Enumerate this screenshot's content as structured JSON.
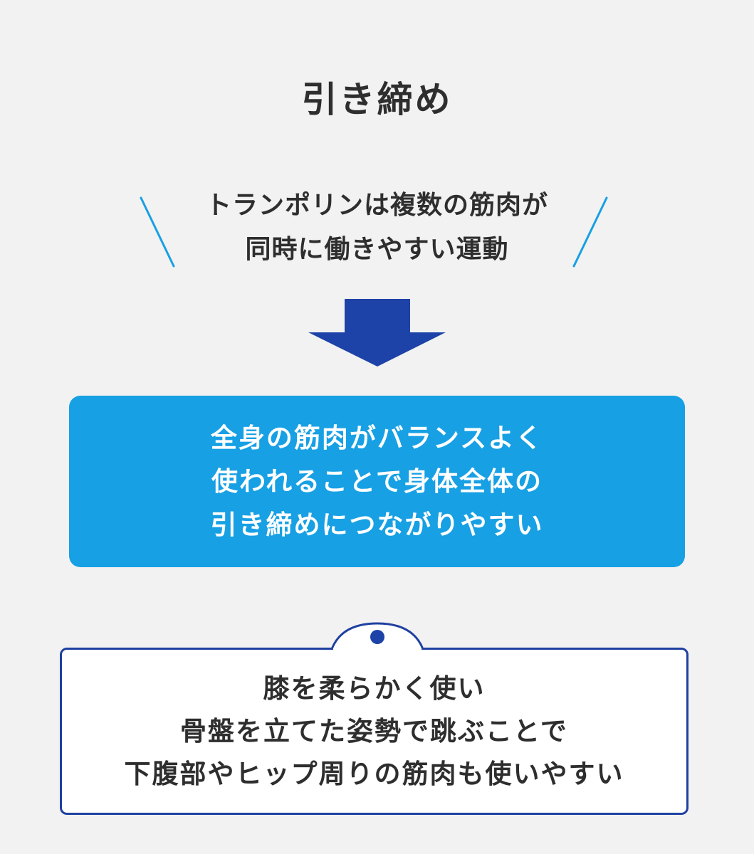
{
  "title": "引き締め",
  "lead": {
    "lines": [
      "トランポリンは複数の筋肉が",
      "同時に働きやすい運動"
    ]
  },
  "result": {
    "lines": [
      "全身の筋肉がバランスよく",
      "使われることで身体全体の",
      "引き締めにつながりやすい"
    ]
  },
  "tip": {
    "lines": [
      "膝を柔らかく使い",
      "骨盤を立てた姿勢で跳ぶことで",
      "下腹部やヒップ周りの筋肉も使いやすい"
    ]
  },
  "colors": {
    "background": "#f2f2f2",
    "accent_light": "#17a0e4",
    "accent_dark": "#1f40a0",
    "text": "#2e2e2e"
  }
}
